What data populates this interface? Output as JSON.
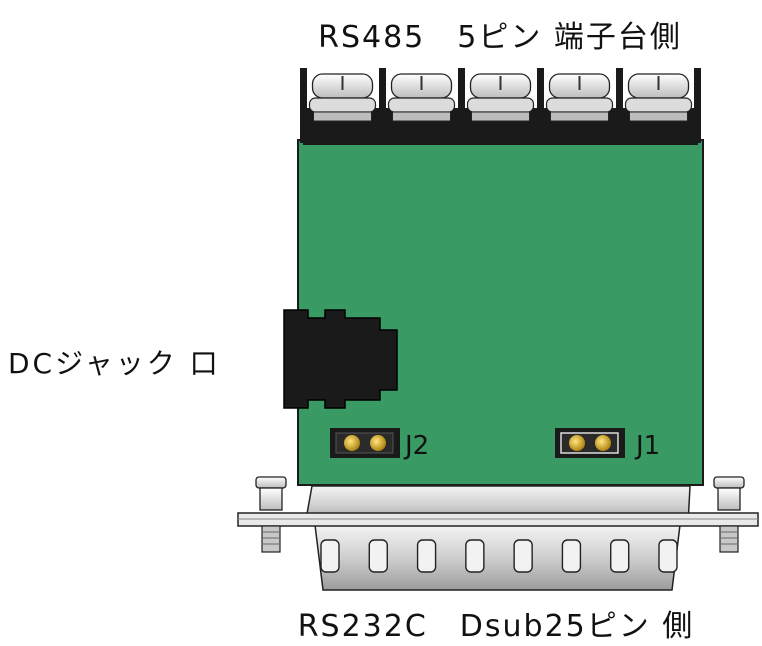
{
  "labels": {
    "top": "RS485　5ピン 端子台側",
    "dc_jack": "DCジャック 口",
    "j1": "J1",
    "j2": "J2",
    "bottom": "RS232C　Dsub25ピン 側"
  },
  "colors": {
    "pcb": "#3a9a63",
    "terminal_block": "#1a1a1a",
    "screw": "#e6e6e6",
    "connector_shell": "#c8c8c8",
    "jumper_pin": "#c9a227"
  },
  "counts": {
    "terminal_screws": 5,
    "dsub_pins": 8
  }
}
